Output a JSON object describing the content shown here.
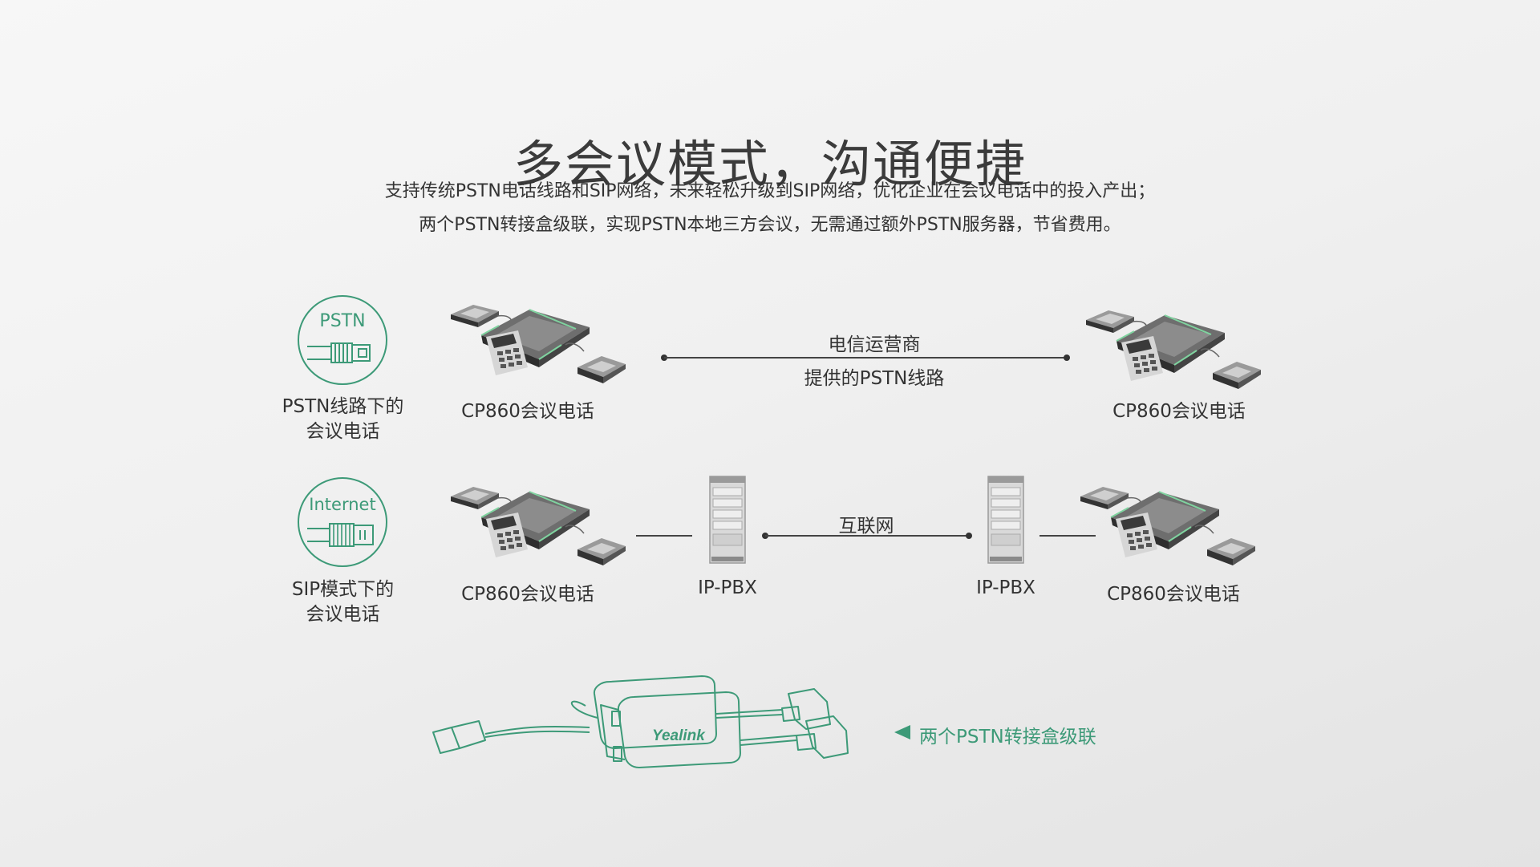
{
  "title": "多会议模式，沟通便捷",
  "description": {
    "line1": "支持传统PSTN电话线路和SIP网络，未来轻松升级到SIP网络，优化企业在会议电话中的投入产出；",
    "line2": "两个PSTN转接盒级联，实现PSTN本地三方会议，无需通过额外PSTN服务器，节省费用。"
  },
  "pstn_row": {
    "badge": "PSTN",
    "mode_label_line1": "PSTN线路下的",
    "mode_label_line2": "会议电话",
    "phone_left": "CP860会议电话",
    "phone_right": "CP860会议电话",
    "link_top": "电信运营商",
    "link_bottom": "提供的PSTN线路"
  },
  "sip_row": {
    "badge": "Internet",
    "mode_label_line1": "SIP模式下的",
    "mode_label_line2": "会议电话",
    "phone_left": "CP860会议电话",
    "phone_right": "CP860会议电话",
    "pbx_left": "IP-PBX",
    "pbx_right": "IP-PBX",
    "link_label": "互联网"
  },
  "cascade": {
    "brand": "Yealink",
    "caption": "两个PSTN转接盒级联"
  },
  "colors": {
    "accent": "#3d9a78",
    "text": "#333333"
  }
}
